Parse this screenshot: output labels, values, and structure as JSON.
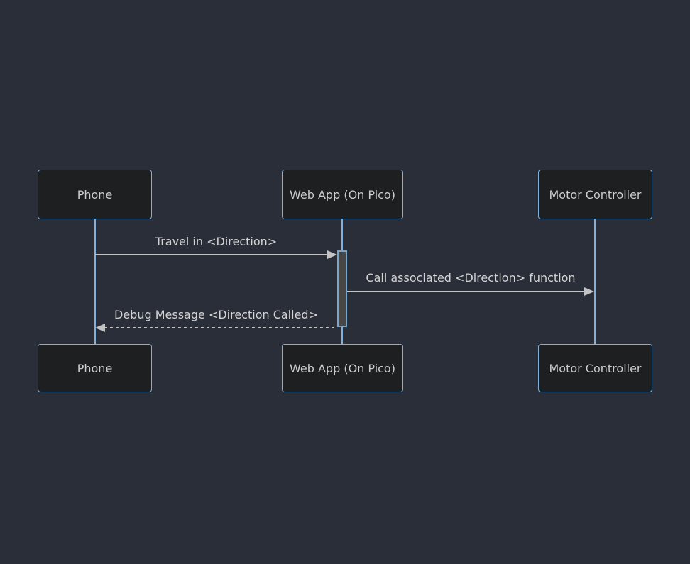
{
  "diagram": {
    "type": "sequence-diagram",
    "actors": [
      {
        "id": "phone",
        "label": "Phone"
      },
      {
        "id": "webapp",
        "label": "Web App (On Pico)"
      },
      {
        "id": "motor",
        "label": "Motor Controller"
      }
    ],
    "messages": [
      {
        "from": "Phone",
        "to": "Web App (On Pico)",
        "label": "Travel in <Direction>",
        "line": "solid",
        "arrow": "right"
      },
      {
        "from": "Web App (On Pico)",
        "to": "Motor Controller",
        "label": "Call associated <Direction> function",
        "line": "solid",
        "arrow": "right"
      },
      {
        "from": "Web App (On Pico)",
        "to": "Phone",
        "label": "Debug Message <Direction Called>",
        "line": "dashed",
        "arrow": "left"
      }
    ],
    "activations": [
      {
        "actor": "Web App (On Pico)",
        "from_message": "Travel in <Direction>",
        "to_message": "Debug Message <Direction Called>"
      }
    ],
    "colors": {
      "background": "#2a2e39",
      "actor_fill": "#1e1f20",
      "actor_border": "#81b1db",
      "actor_text": "#cccccc",
      "lifeline": "#81b1db",
      "signal_line": "#c3c3c3",
      "signal_text": "#d3d3d3",
      "activation_fill": "#474747",
      "activation_border": "#7ca6c9"
    }
  }
}
